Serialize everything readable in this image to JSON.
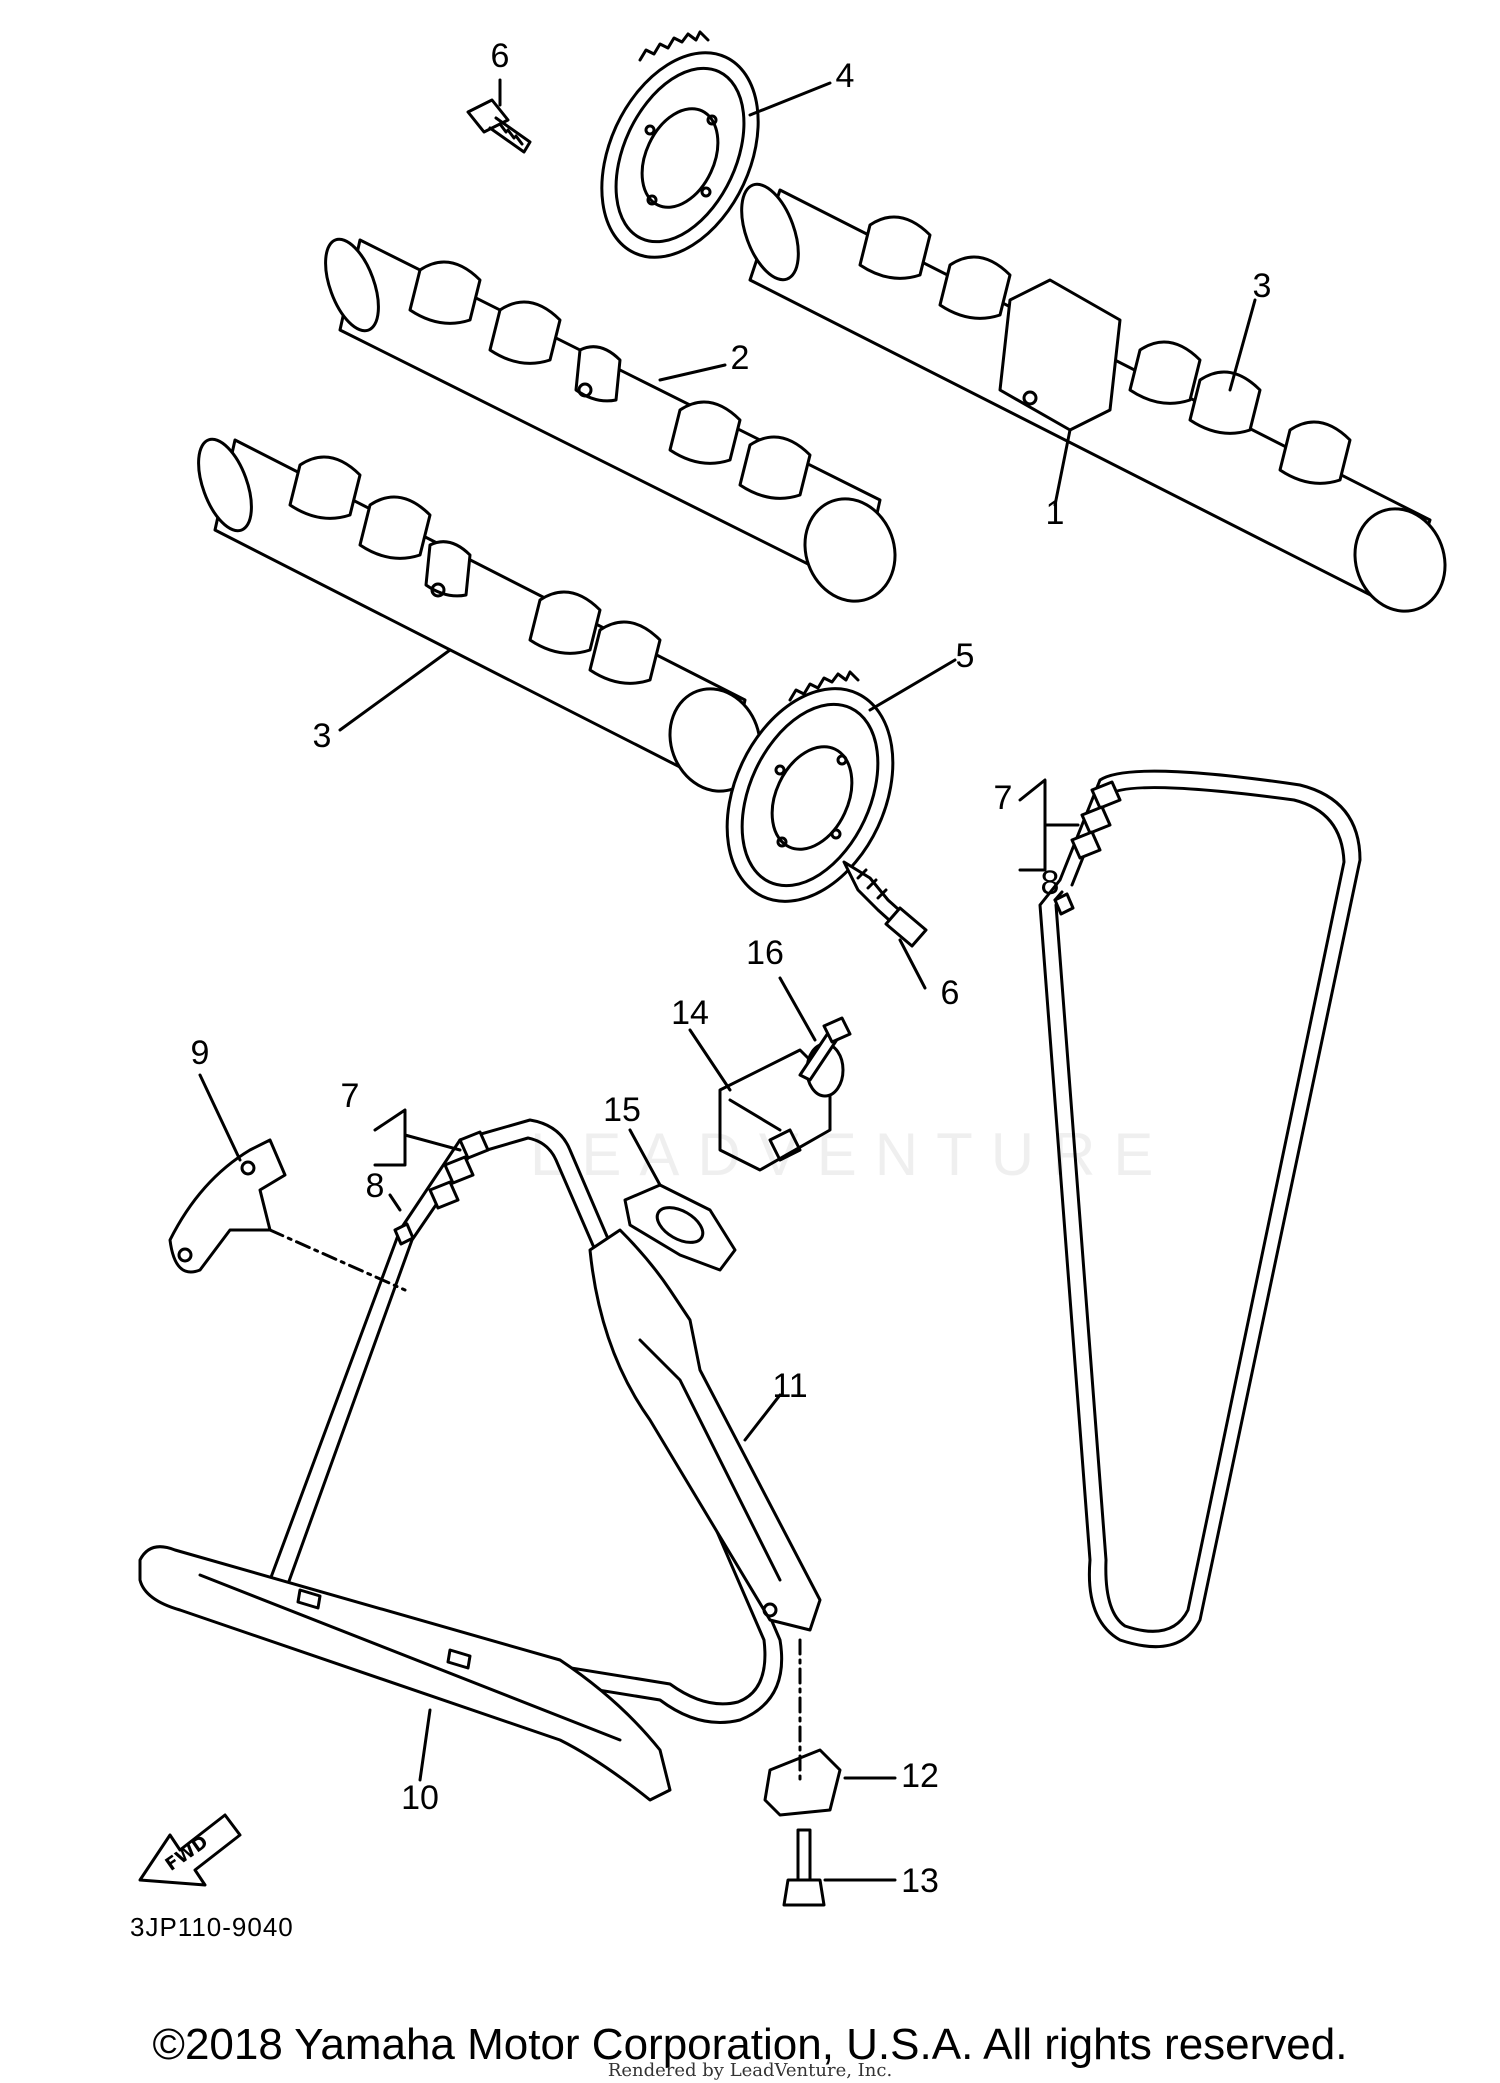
{
  "diagram": {
    "part_labels": [
      "1",
      "2",
      "3",
      "3",
      "4",
      "5",
      "6",
      "6",
      "7",
      "7",
      "8",
      "8",
      "9",
      "10",
      "11",
      "12",
      "13",
      "14",
      "15",
      "16"
    ],
    "fwd_label": "FWD",
    "diagram_code": "3JP110-9040"
  },
  "footer": {
    "copyright": "©2018 Yamaha Motor Corporation, U.S.A. All rights reserved.",
    "rendered_by": "Rendered by LeadVenture, Inc."
  },
  "watermark": "LEADVENTURE"
}
